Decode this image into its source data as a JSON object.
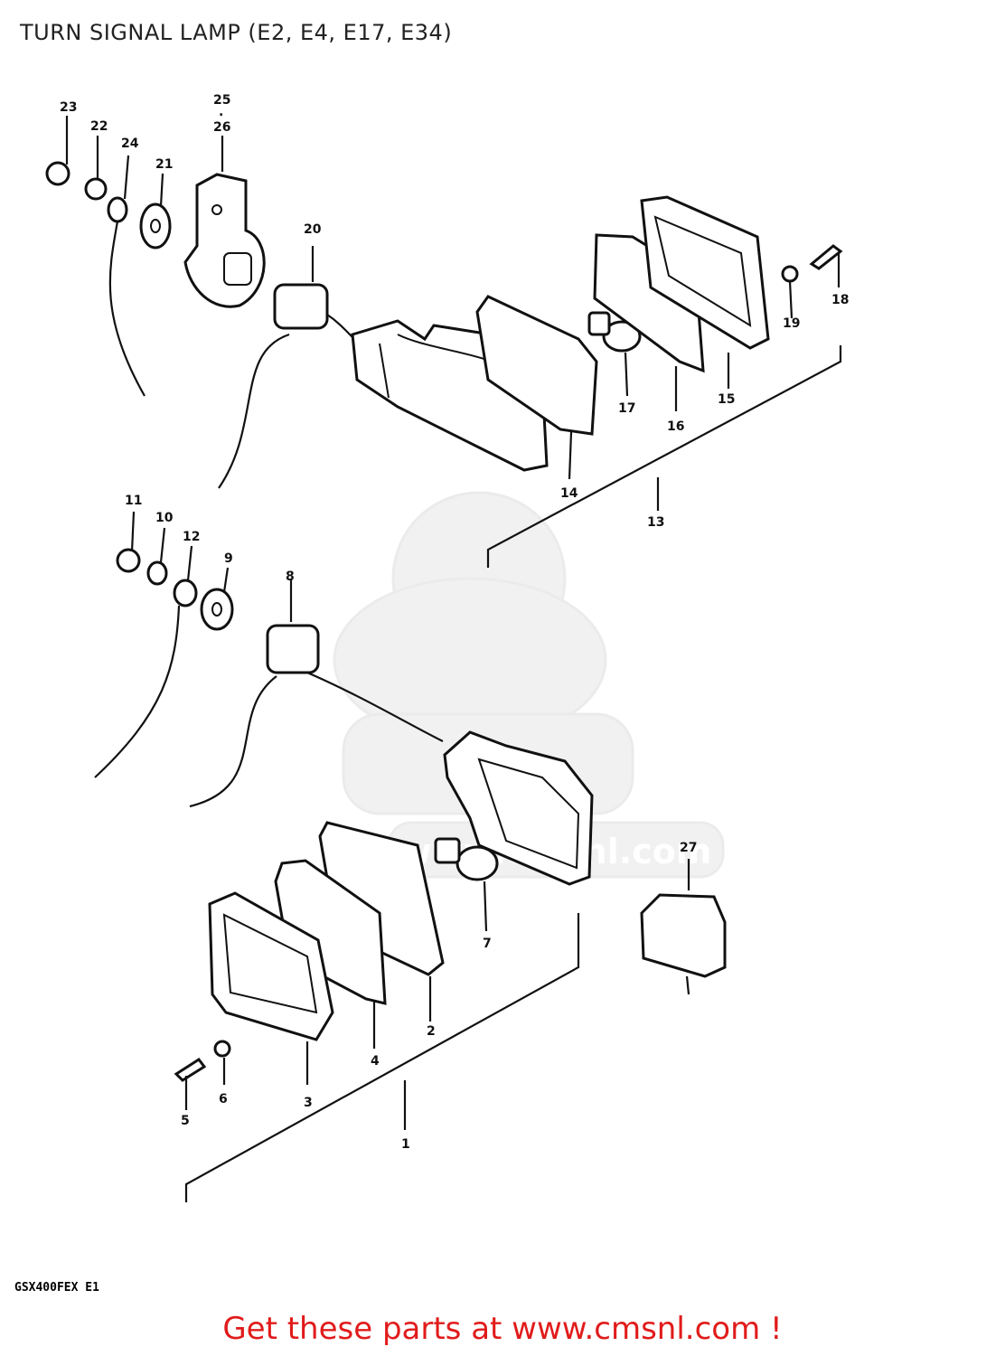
{
  "title": "TURN SIGNAL LAMP (E2, E4, E17, E34)",
  "model_code": "GSX400FEX E1",
  "watermark_text": "www.cmsnl.com",
  "footer": "Get these parts at www.cmsnl.com !",
  "colors": {
    "footer": "#e11b1b",
    "title": "#222222",
    "ink": "#111111",
    "watermark": "#e6e6e6"
  },
  "callouts": [
    "1",
    "2",
    "3",
    "4",
    "5",
    "6",
    "7",
    "8",
    "9",
    "10",
    "11",
    "12",
    "13",
    "14",
    "15",
    "16",
    "17",
    "18",
    "19",
    "20",
    "21",
    "22",
    "23",
    "24",
    "25",
    "26",
    "27"
  ]
}
